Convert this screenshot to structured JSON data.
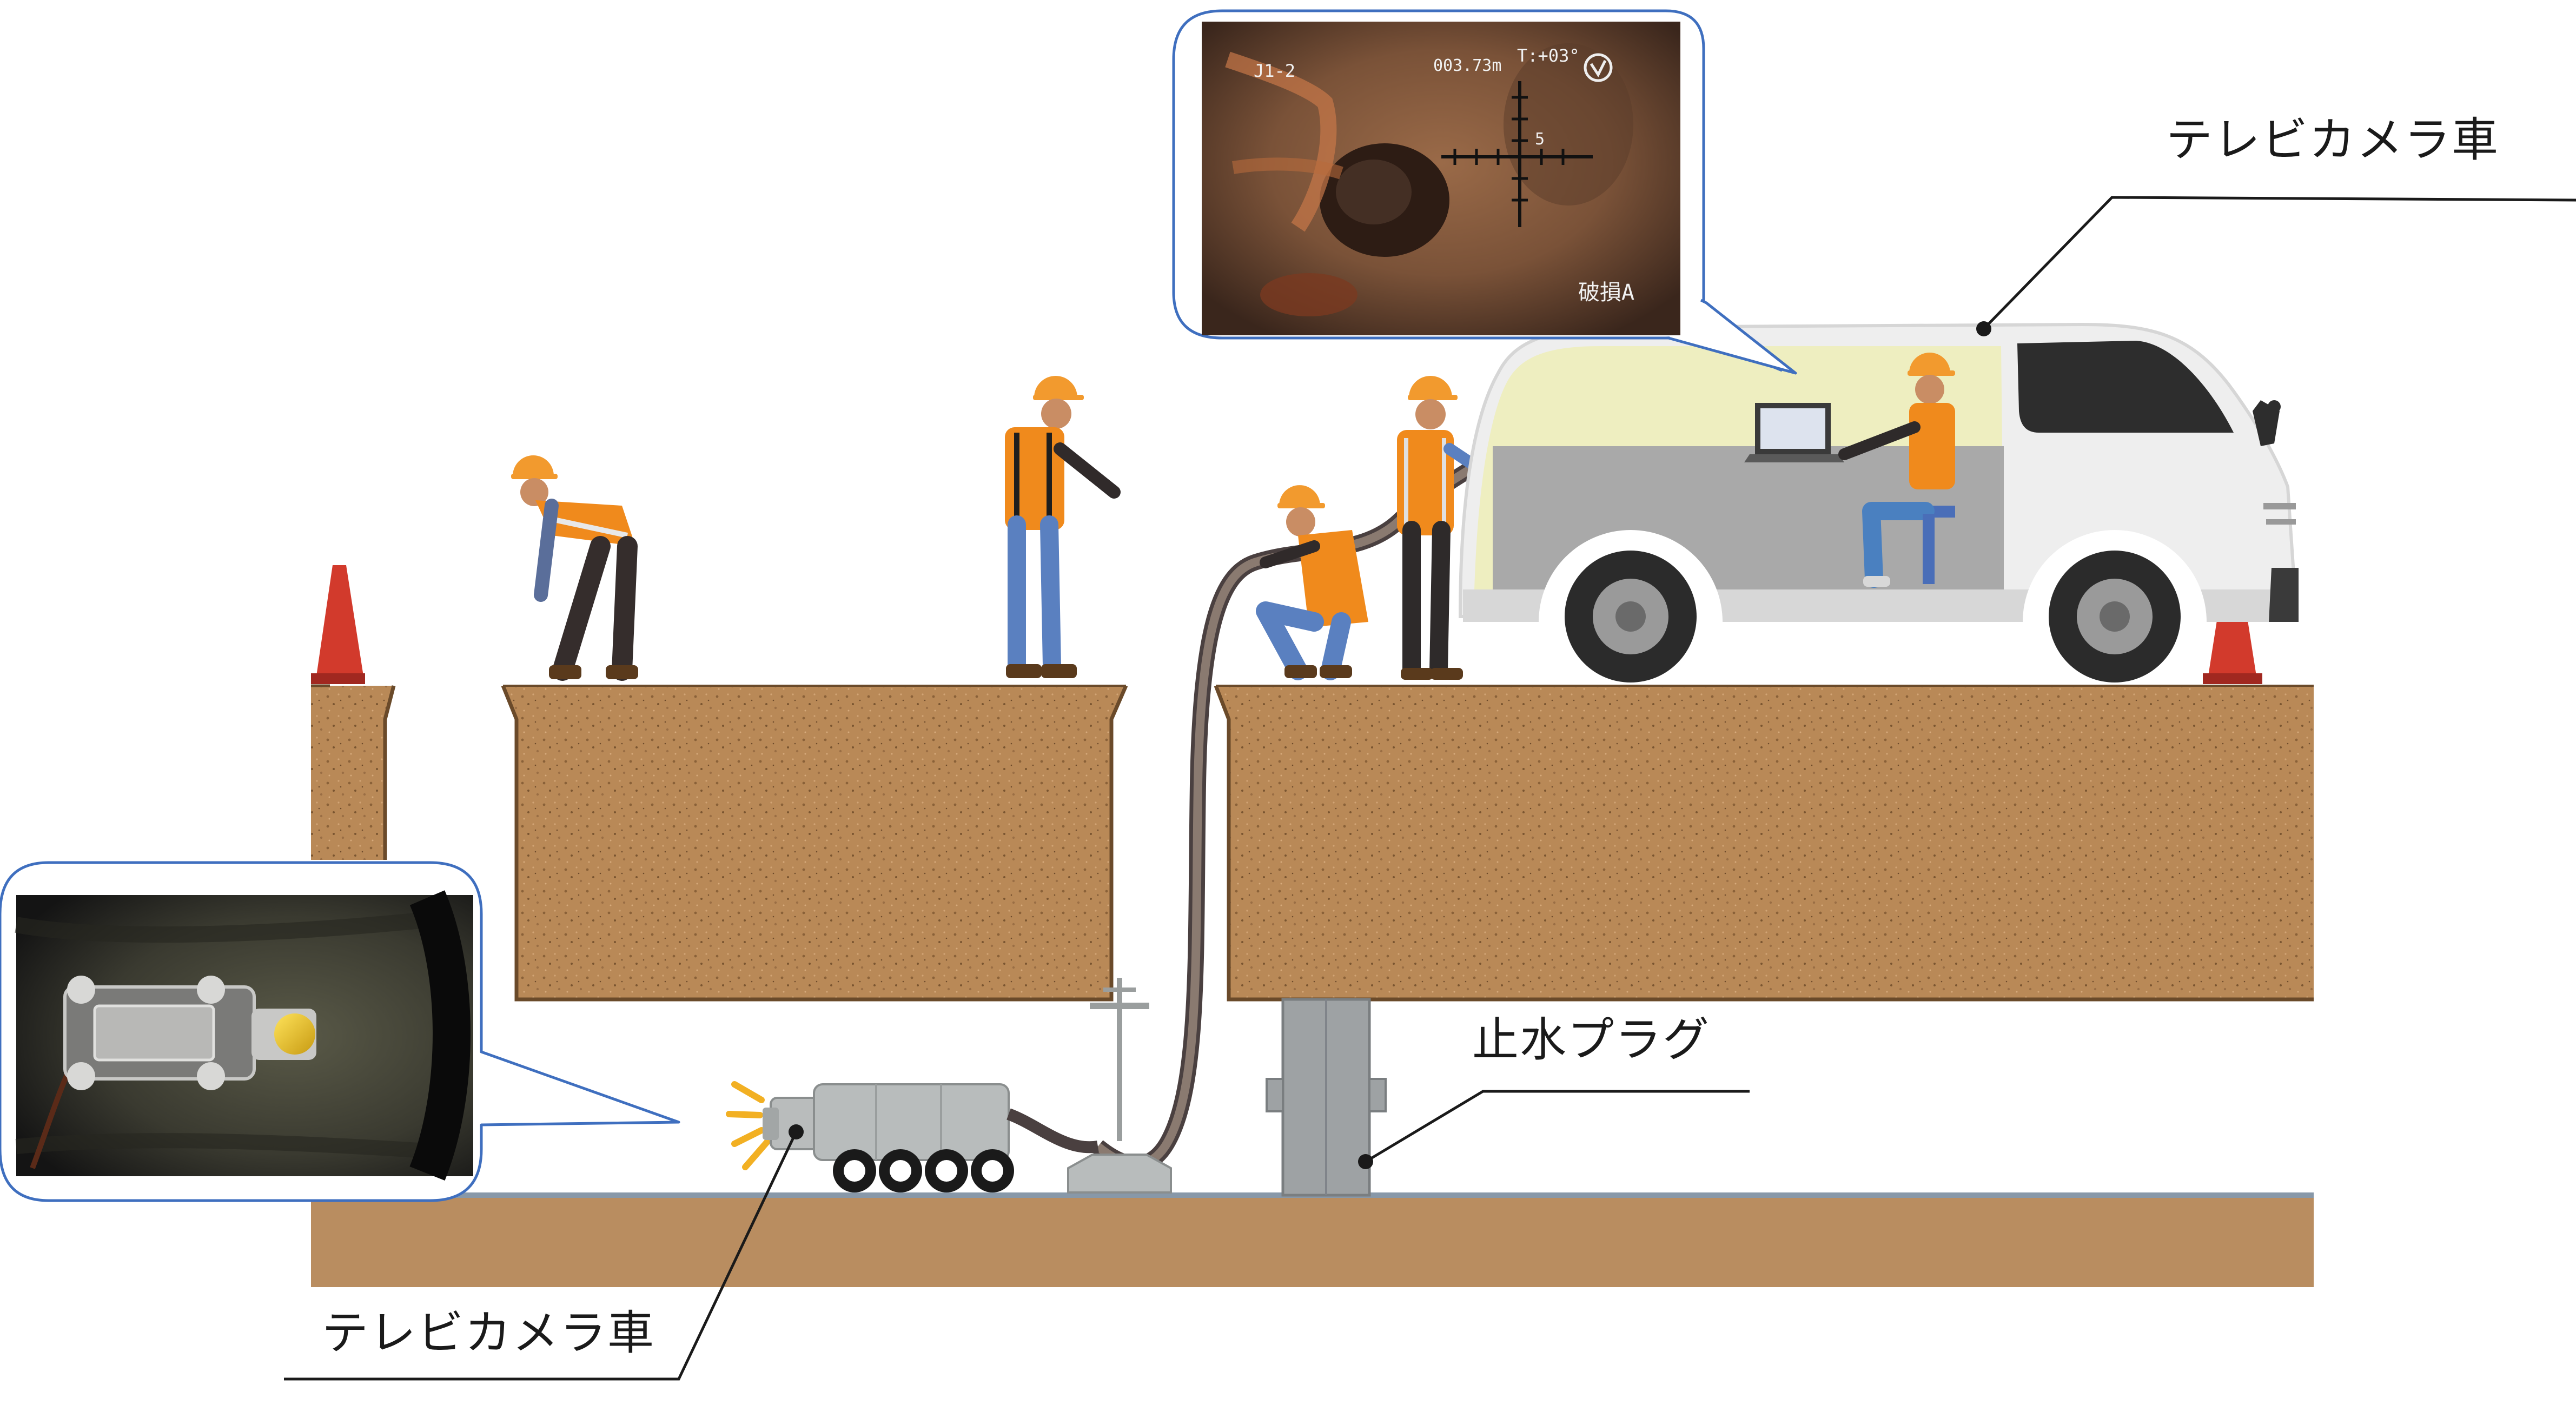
{
  "labels": {
    "van": "テレビカメラ車",
    "plug": "止水プラグ",
    "robot": "テレビカメラ車"
  },
  "inspection_overlay": {
    "segment_id": "J1-2",
    "distance": "003.73m",
    "tilt": "T:+03°",
    "scale_mark": "5",
    "damage": "破損A"
  },
  "colors": {
    "soil": "#b98957",
    "soil_dark": "#6a4a2a",
    "pipe_bottom": "#b98d60",
    "callout_border": "#3f6fbf",
    "vest": "#f08a1c",
    "helmet": "#f29a2e",
    "cone": "#d23a2c",
    "van_body": "#eeeeee",
    "van_interior": "#eeeec0",
    "robot_gray": "#b8bcbc",
    "light_rays": "#f2b023"
  },
  "icons": [
    "traffic-cone-icon",
    "worker-figure",
    "van-icon",
    "laptop-icon",
    "camera-robot-icon",
    "stop-plug-icon",
    "emblem-icon"
  ]
}
